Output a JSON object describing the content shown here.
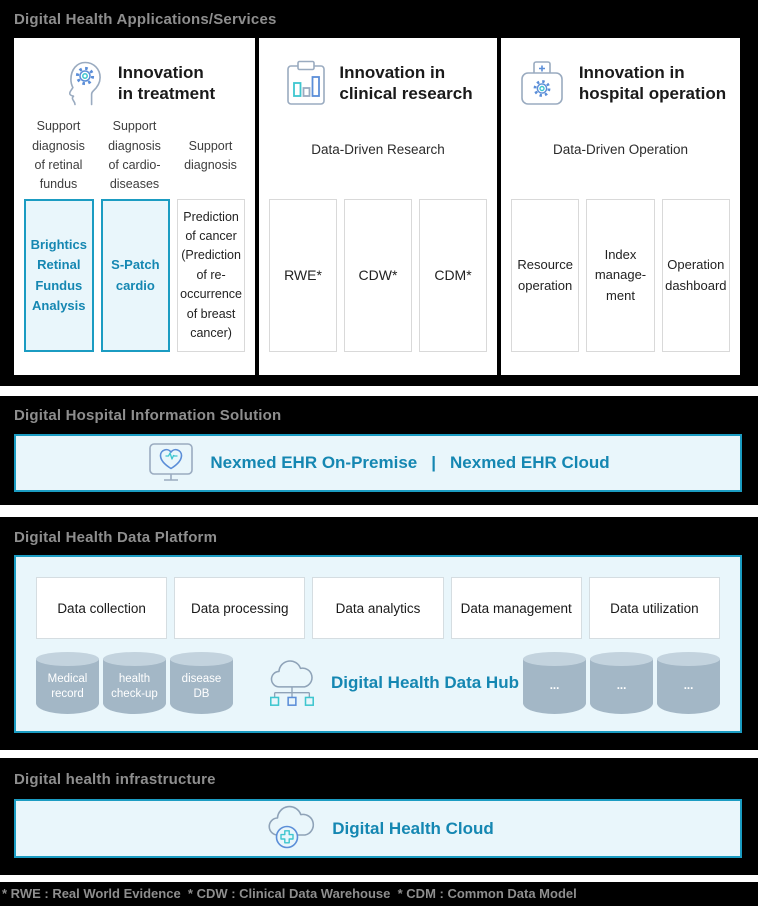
{
  "colors": {
    "accent_border": "#1b9cc2",
    "accent_text": "#1587b2",
    "panel_bg": "#e9f6fb",
    "section_title": "#8e8e8e",
    "cylinder_body": "#a3b7c6"
  },
  "app_section": {
    "title": "Digital Health Applications/Services",
    "cards": [
      {
        "icon": "head-gear-icon",
        "title": "Innovation\nin treatment",
        "columns": [
          {
            "label": "Support\ndiagnosis\nof retinal\nfundus",
            "box": "Brightics\nRetinal\nFundus\nAnalysis"
          },
          {
            "label": "Support\ndiagnosis\nof cardio-\ndiseases",
            "box": "S-Patch\ncardio"
          },
          {
            "label": "Support\ndiagnosis",
            "box": "Prediction of cancer (Prediction of re-occurrence of breast cancer)"
          }
        ]
      },
      {
        "icon": "clipboard-chart-icon",
        "title": "Innovation in\nclinical research",
        "subtitle": "Data-Driven Research",
        "boxes": [
          "RWE*",
          "CDW*",
          "CDM*"
        ]
      },
      {
        "icon": "hospital-bag-icon",
        "title": "Innovation in\nhospital operation",
        "subtitle": "Data-Driven Operation",
        "boxes": [
          "Resource\noperation",
          "Index\nmanage-\nment",
          "Operation\ndashboard"
        ]
      }
    ]
  },
  "his_section": {
    "title": "Digital Hospital Information Solution",
    "left": "Nexmed EHR On-Premise",
    "divider": "|",
    "right": "Nexmed EHR Cloud"
  },
  "platform_section": {
    "title": "Digital Health Data Platform",
    "boxes": [
      "Data collection",
      "Data processing",
      "Data analytics",
      "Data management",
      "Data utilization"
    ],
    "left_cylinders": [
      "Medical\nrecord",
      "health\ncheck-up",
      "disease\nDB"
    ],
    "hub_label": "Digital Health Data Hub",
    "right_cylinders": [
      "...",
      "...",
      "..."
    ]
  },
  "infra_section": {
    "title": "Digital health infrastructure",
    "label": "Digital Health Cloud"
  },
  "footer": {
    "note": "* RWE : Real World Evidence  * CDW : Clinical Data Warehouse  * CDM : Common Data Model"
  }
}
